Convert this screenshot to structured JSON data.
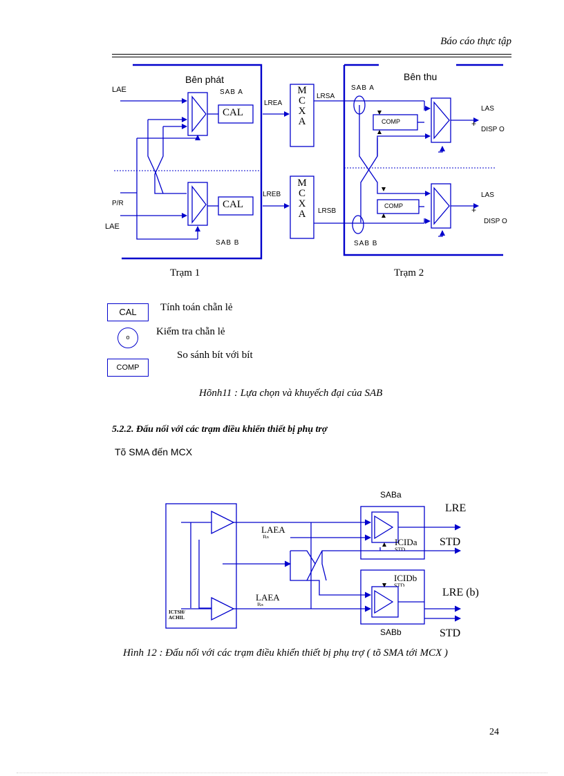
{
  "header": {
    "title": "Báo cáo thực tập"
  },
  "figure11": {
    "tx_title": "Bên phát",
    "rx_title": "Bên thu",
    "station1": "Trạm 1",
    "station2": "Trạm 2",
    "lae_top": "LAE",
    "pr": "P/R",
    "lae_bottom": "LAE",
    "saba_tx": "SAB A",
    "sabb_tx": "SAB B",
    "cal": "CAL",
    "lrea": "LREA",
    "lreb": "LREB",
    "mcxa": "MCXA",
    "lrsa": "LRSA",
    "lrsb": "LRSB",
    "saba_rx": "SAB A",
    "sabb_rx": "SAB B",
    "comp": "COMP",
    "las": "LAS",
    "dispo": "DISP O",
    "plus": "+"
  },
  "legend": {
    "cal_box": "CAL",
    "cal_text": "Tính toán chẵn lẻ",
    "circle_glyph": "o",
    "check_text": "Kiểm tra chẵn lẻ",
    "comp_box": "COMP",
    "comp_text": "So sánh bít với bít"
  },
  "caption11": "Hõnh11 : Lựa chọn và khuyếch đại của SAB",
  "section": {
    "heading": "5.2.2. Đấu nối với các trạm điều khiển thiết bị phụ trợ",
    "subtext": "Tõ SMA đến MCX"
  },
  "figure12": {
    "saba": "SABa",
    "sabb": "SABb",
    "lre": "LRE",
    "std_top": "STD",
    "lre_b": "LRE (b)",
    "std_bottom": "STD",
    "laea_top": "LAEA",
    "laea_bottom": "LAEA",
    "icida": "ICIDa",
    "icidb": "ICIDb",
    "std_small": "STD",
    "ba": "Ba",
    "ictsh": "ICTSH/",
    "achil": "ACHIL"
  },
  "caption12": "Hình 12 : Đấu nối với các trạm điều khiển thiết bị phụ trợ ( tõ SMA tới MCX )",
  "page_number": "24",
  "colors": {
    "line": "#0000cc",
    "text": "#000000"
  }
}
